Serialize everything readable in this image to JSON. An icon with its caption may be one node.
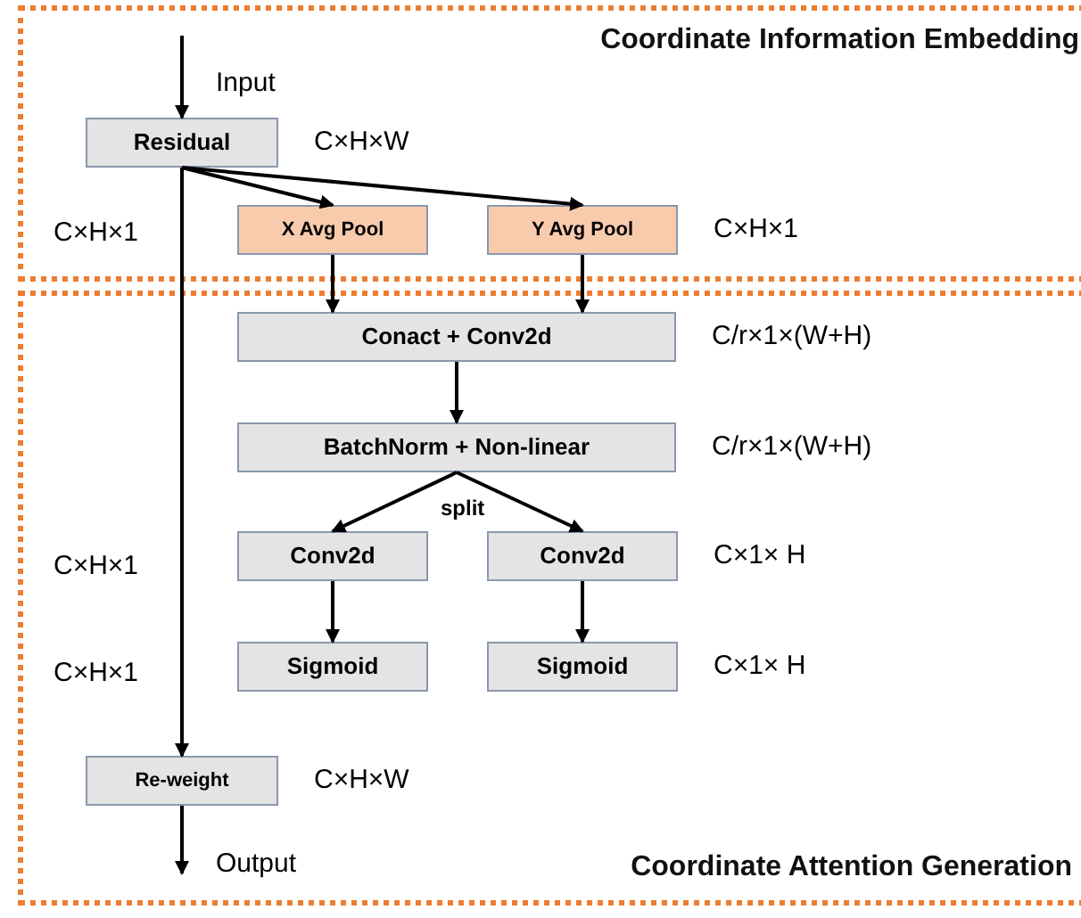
{
  "diagram": {
    "nodes": [
      {
        "text": [
          "Coordinate Information Embedding"
        ]
      },
      {
        "text": [
          "Coordinate Attention Generation"
        ]
      },
      {
        "text": [
          "Residual"
        ],
        "in": 0,
        "beside": [
          "C×H×W"
        ]
      },
      {
        "text": [
          "X Avg Pool"
        ],
        "in": 0
      },
      {
        "text": [
          "Y Avg Pool"
        ],
        "in": 0,
        "beside": [
          "C×H×1"
        ]
      },
      {
        "text": [
          "Conact + Conv2d"
        ],
        "in": 1,
        "beside": [
          "C/r×1×(W+H)"
        ]
      },
      {
        "text": [
          "BatchNorm + Non-linear"
        ],
        "in": 1,
        "beside": [
          "C/r×1×(W+H)"
        ]
      },
      {
        "text": [
          "Conv2d"
        ],
        "in": 1
      },
      {
        "text": [
          "Conv2d"
        ],
        "in": 1,
        "beside": [
          "C×1× H"
        ]
      },
      {
        "text": [
          "Sigmoid"
        ],
        "in": 1
      },
      {
        "text": [
          "Sigmoid"
        ],
        "in": 1,
        "beside": [
          "C×1× H"
        ]
      },
      {
        "text": [
          "Re-weight"
        ],
        "in": 1,
        "beside": [
          "C×H×W"
        ]
      }
    ],
    "edges": [
      {
        "from": null,
        "to": 2,
        "arrow": "to",
        "label": "Input"
      },
      {
        "from": 2,
        "to": 3,
        "arrow": "to"
      },
      {
        "from": 2,
        "to": 4,
        "arrow": "to"
      },
      {
        "from": 3,
        "to": 5,
        "arrow": "to"
      },
      {
        "from": 4,
        "to": 5,
        "arrow": "to"
      },
      {
        "from": 5,
        "to": 6,
        "arrow": "to"
      },
      {
        "from": 6,
        "to": 7,
        "arrow": "to",
        "label": "split"
      },
      {
        "from": 6,
        "to": 8,
        "arrow": "to"
      },
      {
        "from": 7,
        "to": 9,
        "arrow": "to"
      },
      {
        "from": 8,
        "to": 10,
        "arrow": "to"
      },
      {
        "from": 2,
        "to": 11,
        "arrow": "to"
      },
      {
        "from": 11,
        "to": null,
        "arrow": "to",
        "label": "Output"
      }
    ],
    "labels": [
      "C×H×1",
      "C×H×1",
      "C×H×1"
    ]
  }
}
